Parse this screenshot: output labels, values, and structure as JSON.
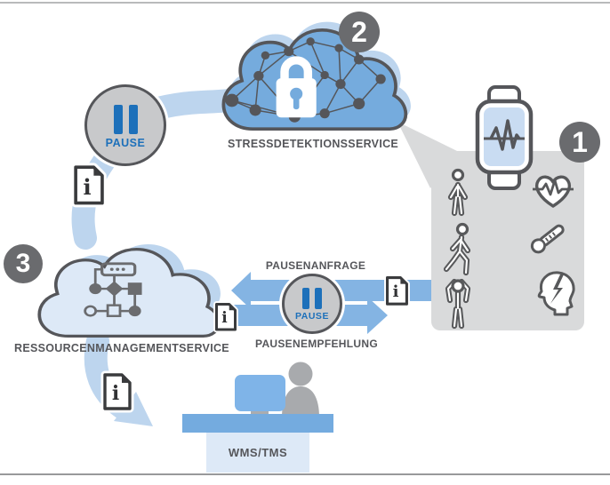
{
  "badges": {
    "step1": "1",
    "step2": "2",
    "step3": "3"
  },
  "services": {
    "stress": "STRESSDETEKTIONSSERVICE",
    "resource": "RESSOURCENMANAGEMENTSERVICE",
    "wms": "WMS/TMS"
  },
  "flows": {
    "request": "PAUSENANFRAGE",
    "recommendation": "PAUSENEMPFEHLUNG"
  },
  "pause": {
    "large": "PAUSE",
    "small": "PAUSE"
  },
  "doc": {
    "letter": "i"
  },
  "colors": {
    "accent_blue": "#1d70ba",
    "cloud_blue": "#75abdd",
    "arrow_blue": "#84b4e3",
    "band_blue": "#bdd5ee",
    "pale_blue": "#dde9f7",
    "panel_gray": "#d9dadb",
    "outline_gray": "#55565a",
    "badge_gray": "#6a6b6e"
  }
}
